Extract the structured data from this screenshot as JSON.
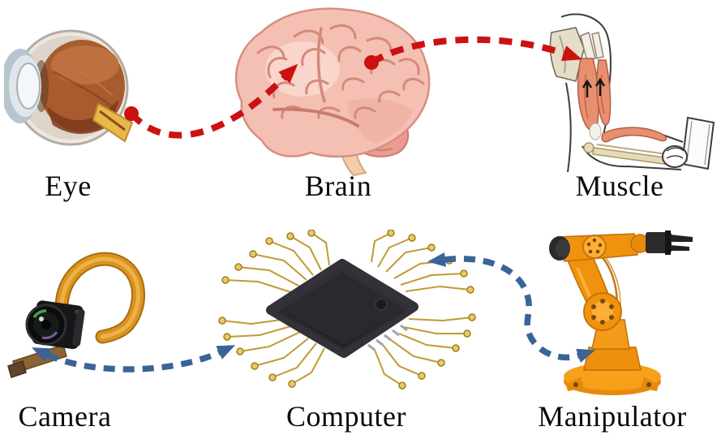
{
  "figure": {
    "description": "Comparison of biological visuomotor pathway and robotic visuomotor pathway",
    "background_color": "#ffffff",
    "label_color": "#0a0a0a",
    "top_row": {
      "theme": "biological",
      "arrow_color": "#cc1111",
      "arrow_style": "dashed",
      "items": [
        {
          "id": "eye",
          "label": "Eye"
        },
        {
          "id": "brain",
          "label": "Brain"
        },
        {
          "id": "muscle",
          "label": "Muscle"
        }
      ],
      "connections": [
        {
          "from": "Eye",
          "to": "Brain",
          "start_marker": "dot",
          "end_marker": "arrowhead"
        },
        {
          "from": "Brain",
          "to": "Muscle",
          "start_marker": "dot",
          "end_marker": "arrowhead"
        }
      ]
    },
    "bottom_row": {
      "theme": "robotic",
      "arrow_color": "#3a6398",
      "arrow_style": "dashed",
      "items": [
        {
          "id": "camera",
          "label": "Camera"
        },
        {
          "id": "computer",
          "label": "Computer"
        },
        {
          "id": "manipulator",
          "label": "Manipulator"
        }
      ],
      "connections": [
        {
          "from": "Camera",
          "to": "Computer",
          "start_marker": "arrowhead",
          "end_marker": "arrowhead"
        },
        {
          "from": "Computer",
          "to": "Manipulator",
          "start_marker": "arrowhead",
          "end_marker": "arrowhead"
        }
      ]
    }
  }
}
